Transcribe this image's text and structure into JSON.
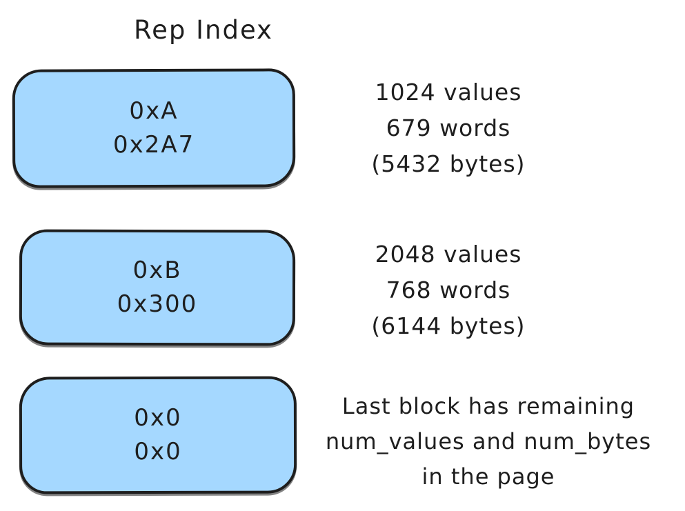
{
  "title": "Rep Index",
  "colors": {
    "block_fill": "#a5d8ff",
    "stroke": "#1e1e1e",
    "background": "#ffffff",
    "text": "#1e1e1e"
  },
  "blocks": [
    {
      "values": [
        "0xA",
        "0x2A7"
      ],
      "note_lines": [
        "1024 values",
        "679 words",
        "(5432 bytes)"
      ]
    },
    {
      "values": [
        "0xB",
        "0x300"
      ],
      "note_lines": [
        "2048 values",
        "768 words",
        "(6144 bytes)"
      ]
    },
    {
      "values": [
        "0x0",
        "0x0"
      ],
      "note_lines": [
        "Last block has remaining",
        "num_values and num_bytes",
        "in the page"
      ]
    }
  ]
}
